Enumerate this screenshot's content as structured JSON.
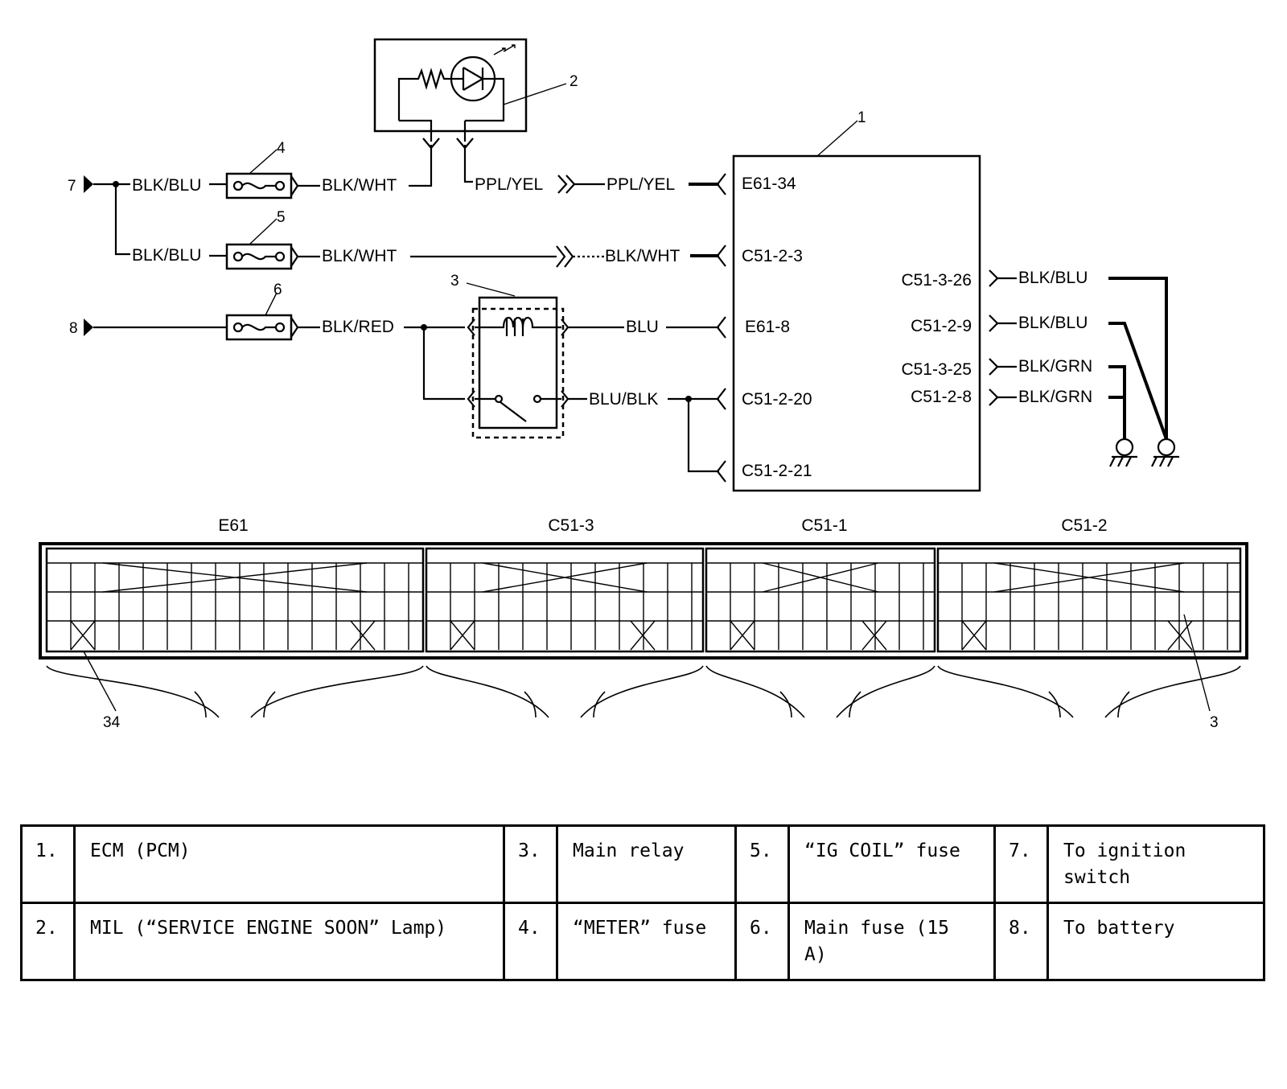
{
  "callouts": [
    "1",
    "2",
    "3",
    "4",
    "5",
    "6",
    "7",
    "8",
    "34",
    "3"
  ],
  "wires": {
    "fuse4_in": "BLK/BLU",
    "fuse4_out": "BLK/WHT",
    "fuse5_in": "BLK/BLU",
    "fuse5_out": "BLK/WHT",
    "mil_out": "PPL/YEL",
    "ecm_mil": "PPL/YEL",
    "ecm_ig": "BLK/WHT",
    "fuse6_out": "BLK/RED",
    "relay_coil": "BLU",
    "relay_sw": "BLU/BLK",
    "gnd1": "BLK/BLU",
    "gnd2": "BLK/BLU",
    "gnd3": "BLK/GRN",
    "gnd4": "BLK/GRN"
  },
  "terminals": {
    "left": [
      "E61-34",
      "C51-2-3",
      "E61-8",
      "C51-2-20",
      "C51-2-21"
    ],
    "right": [
      "C51-3-26",
      "C51-2-9",
      "C51-3-25",
      "C51-2-8"
    ]
  },
  "connectors": [
    "E61",
    "C51-3",
    "C51-1",
    "C51-2"
  ],
  "legend": [
    [
      {
        "n": "1.",
        "t": "ECM (PCM)"
      },
      {
        "n": "3.",
        "t": "Main relay"
      },
      {
        "n": "5.",
        "t": "“IG COIL” fuse"
      },
      {
        "n": "7.",
        "t": "To ignition switch"
      }
    ],
    [
      {
        "n": "2.",
        "t": "MIL (“SERVICE ENGINE SOON” Lamp)"
      },
      {
        "n": "4.",
        "t": "“METER” fuse"
      },
      {
        "n": "6.",
        "t": "Main fuse (15 A)"
      },
      {
        "n": "8.",
        "t": "To battery"
      }
    ]
  ]
}
